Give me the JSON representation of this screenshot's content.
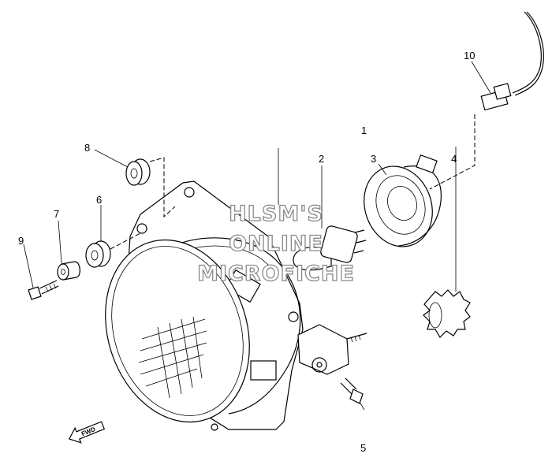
{
  "diagram": {
    "callouts": [
      "1",
      "2",
      "3",
      "4",
      "5",
      "6",
      "7",
      "8",
      "9",
      "10"
    ],
    "direction_label": "FWD",
    "watermark": [
      "HLSM'S",
      "ONLINE",
      "MICROFICHE"
    ]
  }
}
